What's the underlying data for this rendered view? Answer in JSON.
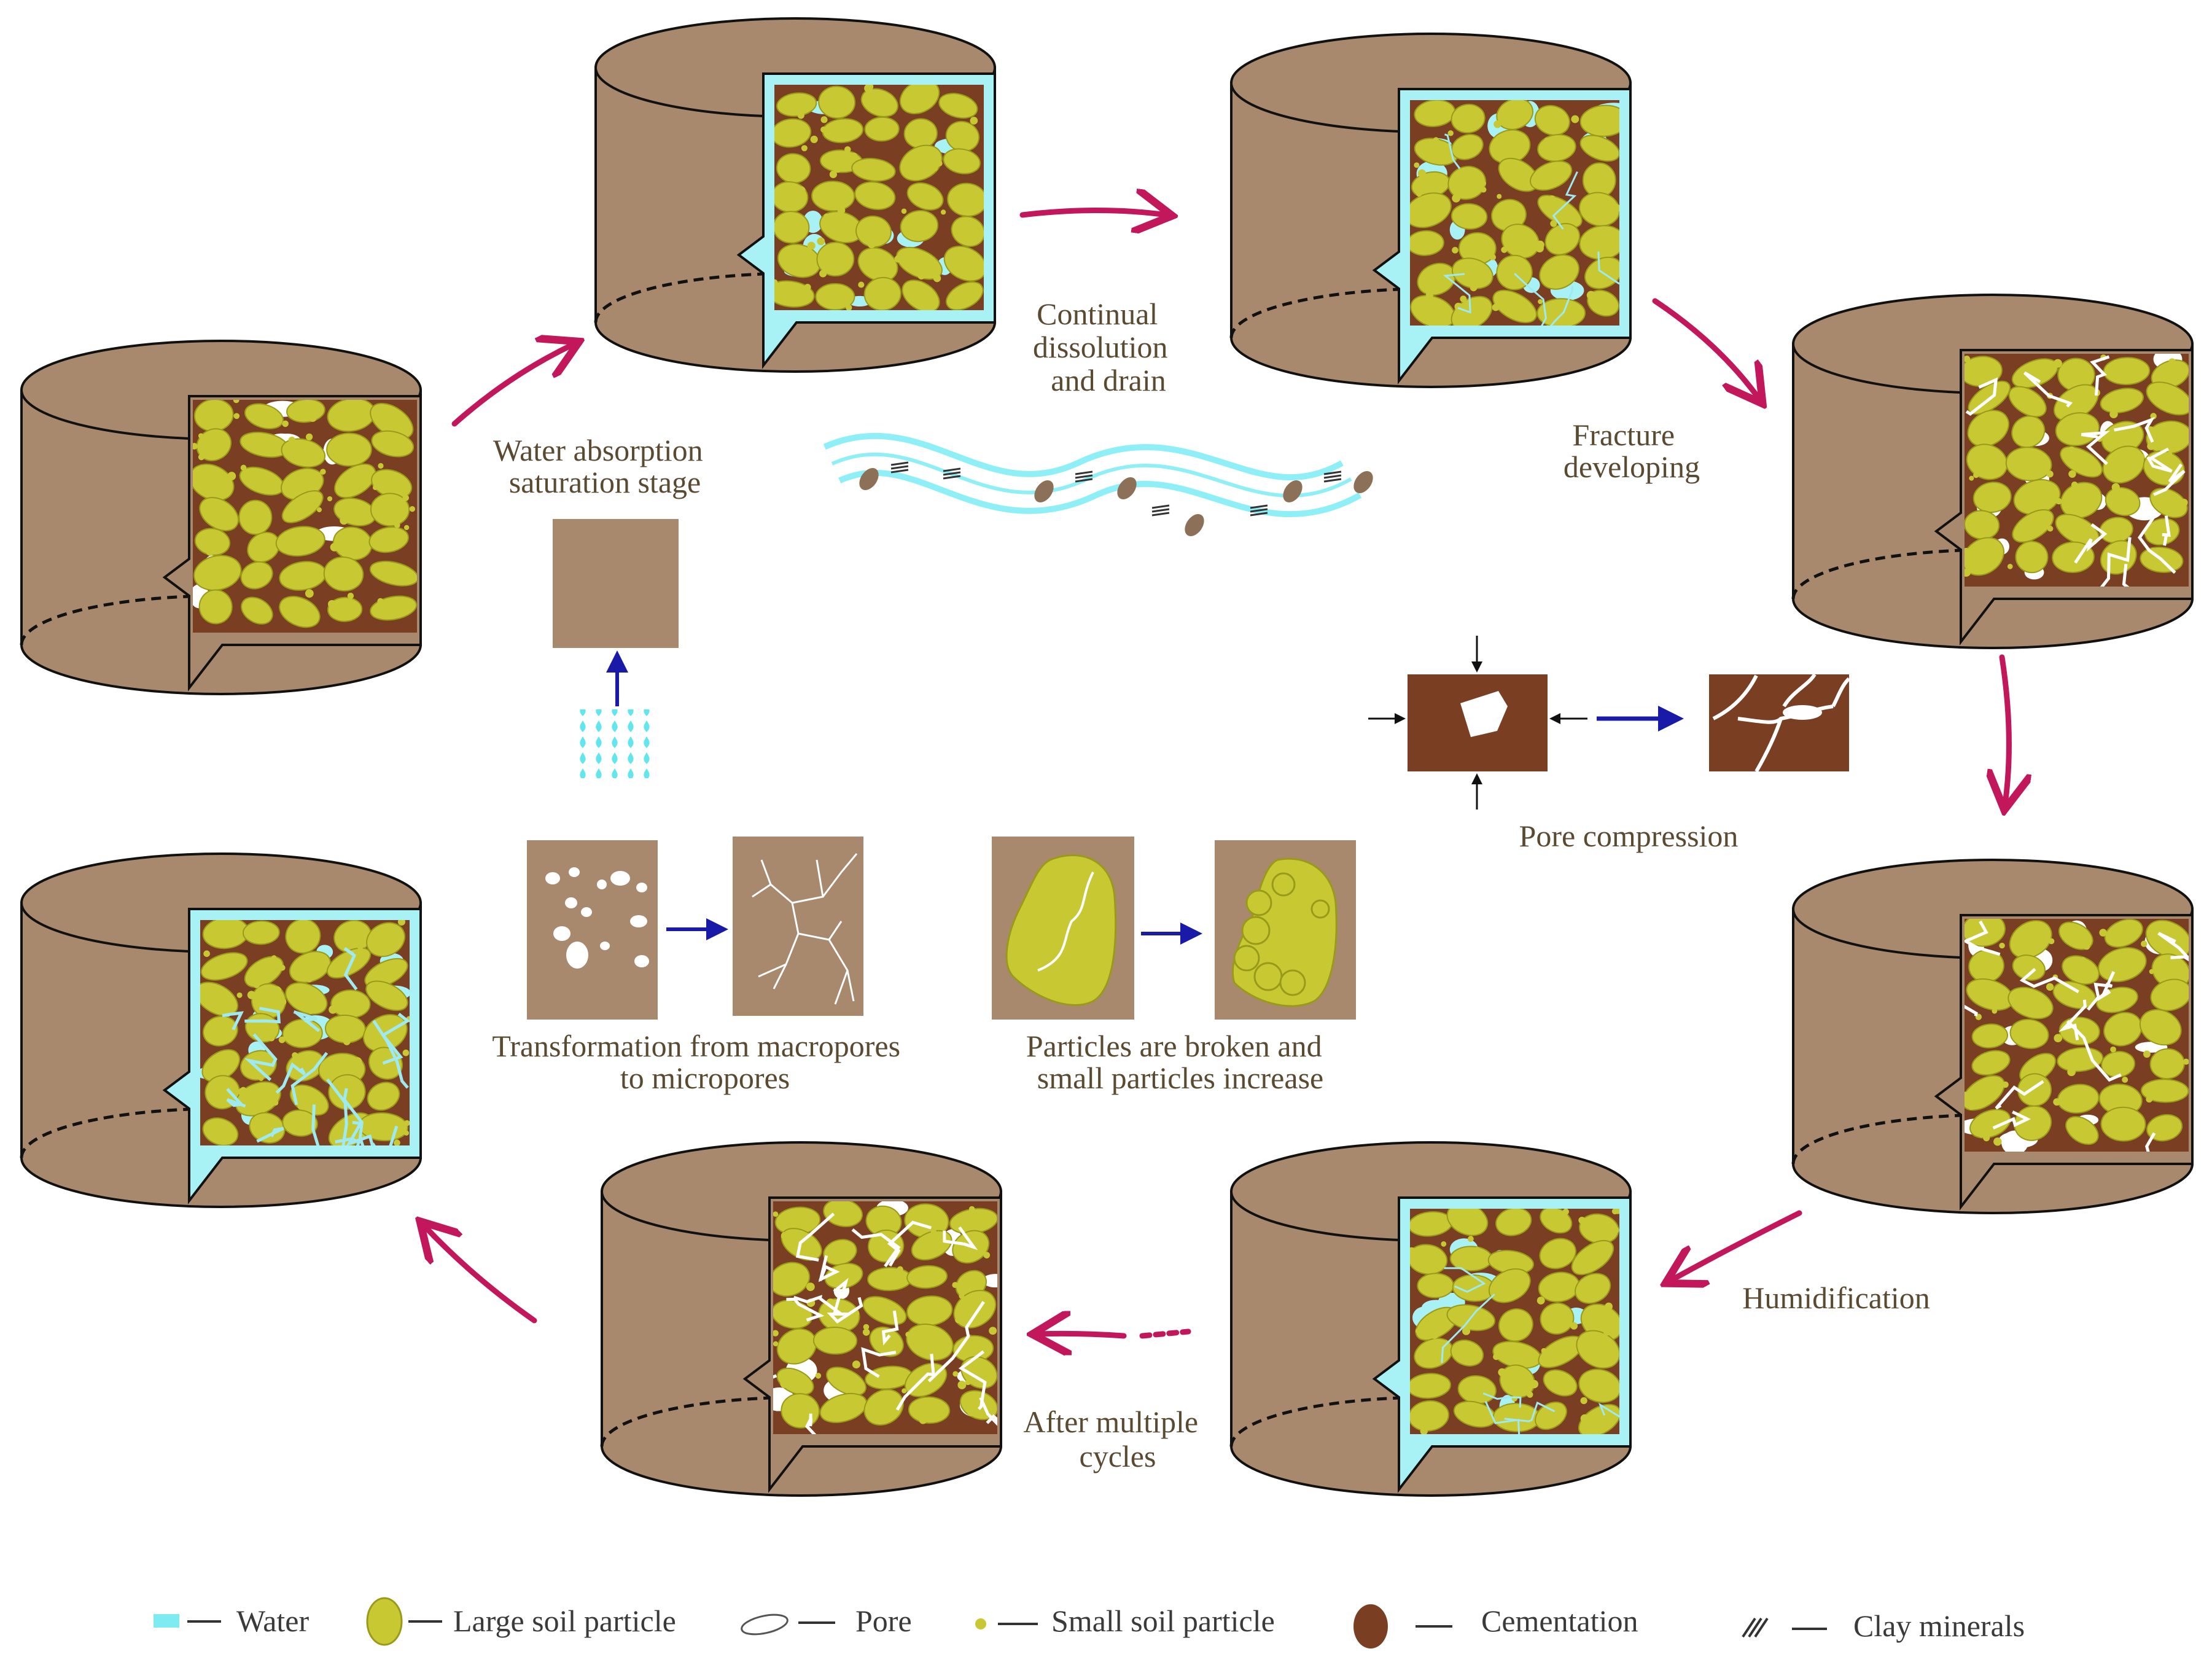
{
  "labels": {
    "water_absorption": [
      "Water absorption",
      "saturation stage"
    ],
    "continual_dissolution": [
      "Continual",
      "dissolution",
      "and drain"
    ],
    "fracture_developing": [
      "Fracture",
      "developing"
    ],
    "pore_compression": "Pore compression",
    "humidification": "Humidification",
    "after_multiple_cycles": [
      "After multiple",
      "cycles"
    ],
    "transformation": [
      "Transformation from macropores",
      "to micropores"
    ],
    "particles_broken": [
      "Particles are broken and",
      "small particles increase"
    ]
  },
  "legend": [
    {
      "icon": "water-icon",
      "label": "Water"
    },
    {
      "icon": "large-soil-particle-icon",
      "label": "Large soil particle"
    },
    {
      "icon": "pore-icon",
      "label": "Pore"
    },
    {
      "icon": "small-soil-particle-icon",
      "label": "Small soil particle"
    },
    {
      "icon": "cementation-icon",
      "label": "Cementation"
    },
    {
      "icon": "clay-minerals-icon",
      "label": "Clay minerals"
    }
  ],
  "colors": {
    "soil": "#a8896e",
    "soil_dark": "#8d7058",
    "water": "#a8f2f6",
    "particle": "#c8c832",
    "particle_stroke": "#9a9a1a",
    "cementation": "#7a3e22",
    "cycle_arrow": "#c2185b",
    "process_arrow": "#1a1aa8"
  }
}
